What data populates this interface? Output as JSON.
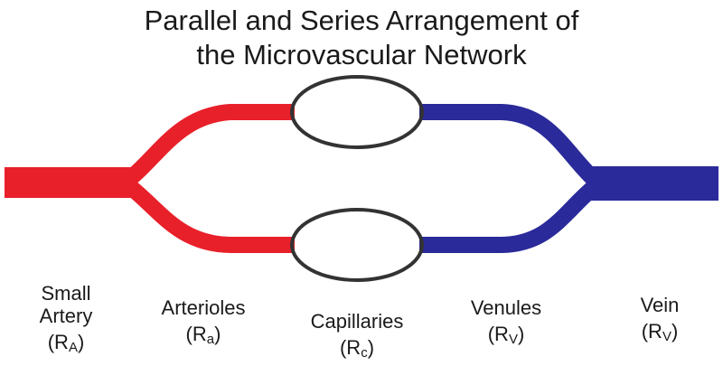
{
  "title": {
    "line1": "Parallel and Series Arrangement of",
    "line2": "the Microvascular Network"
  },
  "colors": {
    "artery": "#e8202a",
    "vein": "#2a2a9a",
    "capillary": "#333333",
    "text": "#1a1a1a"
  },
  "labels": {
    "small_artery": {
      "name1": "Small",
      "name2": "Artery",
      "sym": "R",
      "sub": "A"
    },
    "arterioles": {
      "name1": "Arterioles",
      "sym": "R",
      "sub": "a"
    },
    "capillaries": {
      "name1": "Capillaries",
      "sym": "R",
      "sub": "c"
    },
    "venules": {
      "name1": "Venules",
      "sym": "R",
      "sub": "V"
    },
    "vein": {
      "name1": "Vein",
      "sym": "R",
      "sub": "V"
    }
  }
}
